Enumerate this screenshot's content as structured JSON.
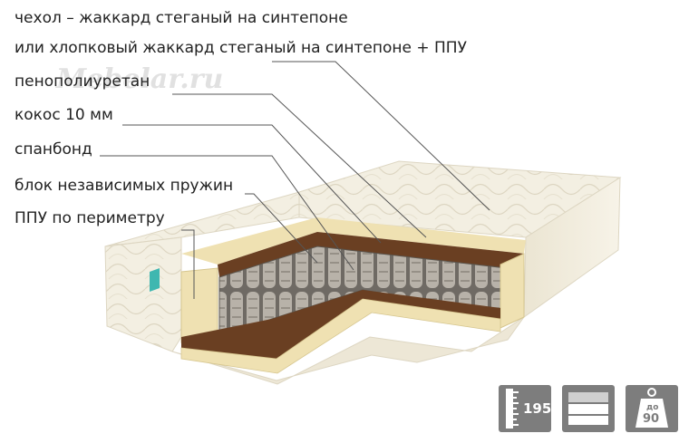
{
  "labels": [
    "чехол – жаккард стеганый  на синтепоне",
    "или хлопковый жаккард стеганый на синтепоне + ППУ",
    "пенополиуретан",
    "кокос 10 мм",
    "спанбонд",
    "блок независимых пружин",
    "ППУ по периметру"
  ],
  "watermark": "Mebelar.ru",
  "badges": {
    "length": "195",
    "weight_prefix": "до",
    "weight": "90"
  },
  "colors": {
    "badge": "#7d7d7d",
    "cover": "#f1ecdb",
    "foam": "#efe1b2",
    "coconut": "#6a3f22",
    "tag": "#3fb7b0"
  }
}
